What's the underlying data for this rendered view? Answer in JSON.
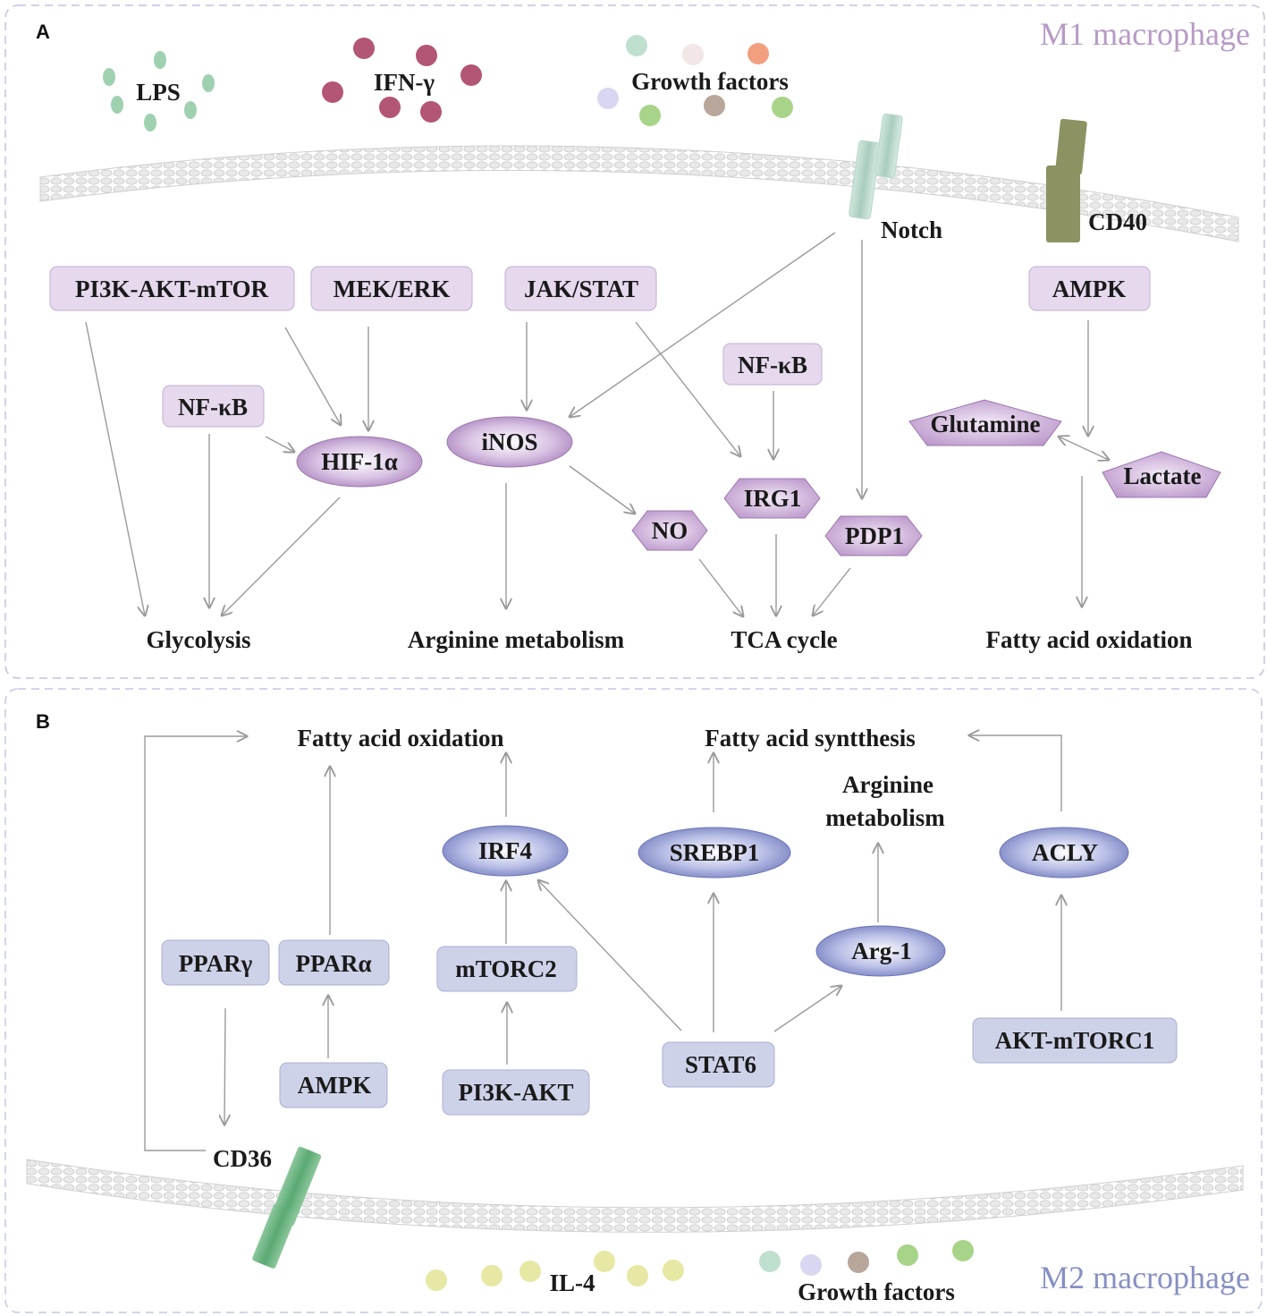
{
  "panel_a": {
    "letter": "A",
    "title": "M1 macrophage",
    "stimuli": {
      "lps": "LPS",
      "ifn": "IFN-γ",
      "growth": "Growth factors"
    },
    "receptors": {
      "notch": "Notch",
      "cd40": "CD40"
    },
    "boxes": {
      "pi3k": "PI3K-AKT-mTOR",
      "mek": "MEK/ERK",
      "jak": "JAK/STAT",
      "ampk": "AMPK",
      "nfkb1": "NF-κB",
      "nfkb2": "NF-κB"
    },
    "ellipses": {
      "hif": "HIF-1α",
      "inos": "iNOS"
    },
    "hexagons": {
      "no": "NO",
      "irg1": "IRG1",
      "pdp1": "PDP1"
    },
    "pentagons": {
      "glutamine": "Glutamine",
      "lactate": "Lactate"
    },
    "outputs": {
      "glycolysis": "Glycolysis",
      "arginine": "Arginine metabolism",
      "tca": "TCA cycle",
      "fao": "Fatty acid oxidation"
    }
  },
  "panel_b": {
    "letter": "B",
    "title": "M2 macrophage",
    "outputs": {
      "fao": "Fatty acid oxidation",
      "fas": "Fatty acid syntthesis",
      "arginine_l1": "Arginine",
      "arginine_l2": "metabolism"
    },
    "ellipses": {
      "irf4": "IRF4",
      "srebp1": "SREBP1",
      "acly": "ACLY",
      "arg1": "Arg-1"
    },
    "boxes": {
      "ppar_g": "PPARγ",
      "ppar_a": "PPARα",
      "mtorc2": "mTORC2",
      "ampk": "AMPK",
      "pi3k": "PI3K-AKT",
      "stat6": "STAT6",
      "akt": "AKT-mTORC1"
    },
    "receptor": "CD36",
    "stimuli": {
      "il4": "IL-4",
      "growth": "Growth factors"
    }
  },
  "colors": {
    "m1_fill": "#e6d9ee",
    "m1_stroke": "#c3aed2",
    "m2_fill": "#ced2e9",
    "m2_stroke": "#a9afd4",
    "panel_border": "#c9bfe0"
  }
}
